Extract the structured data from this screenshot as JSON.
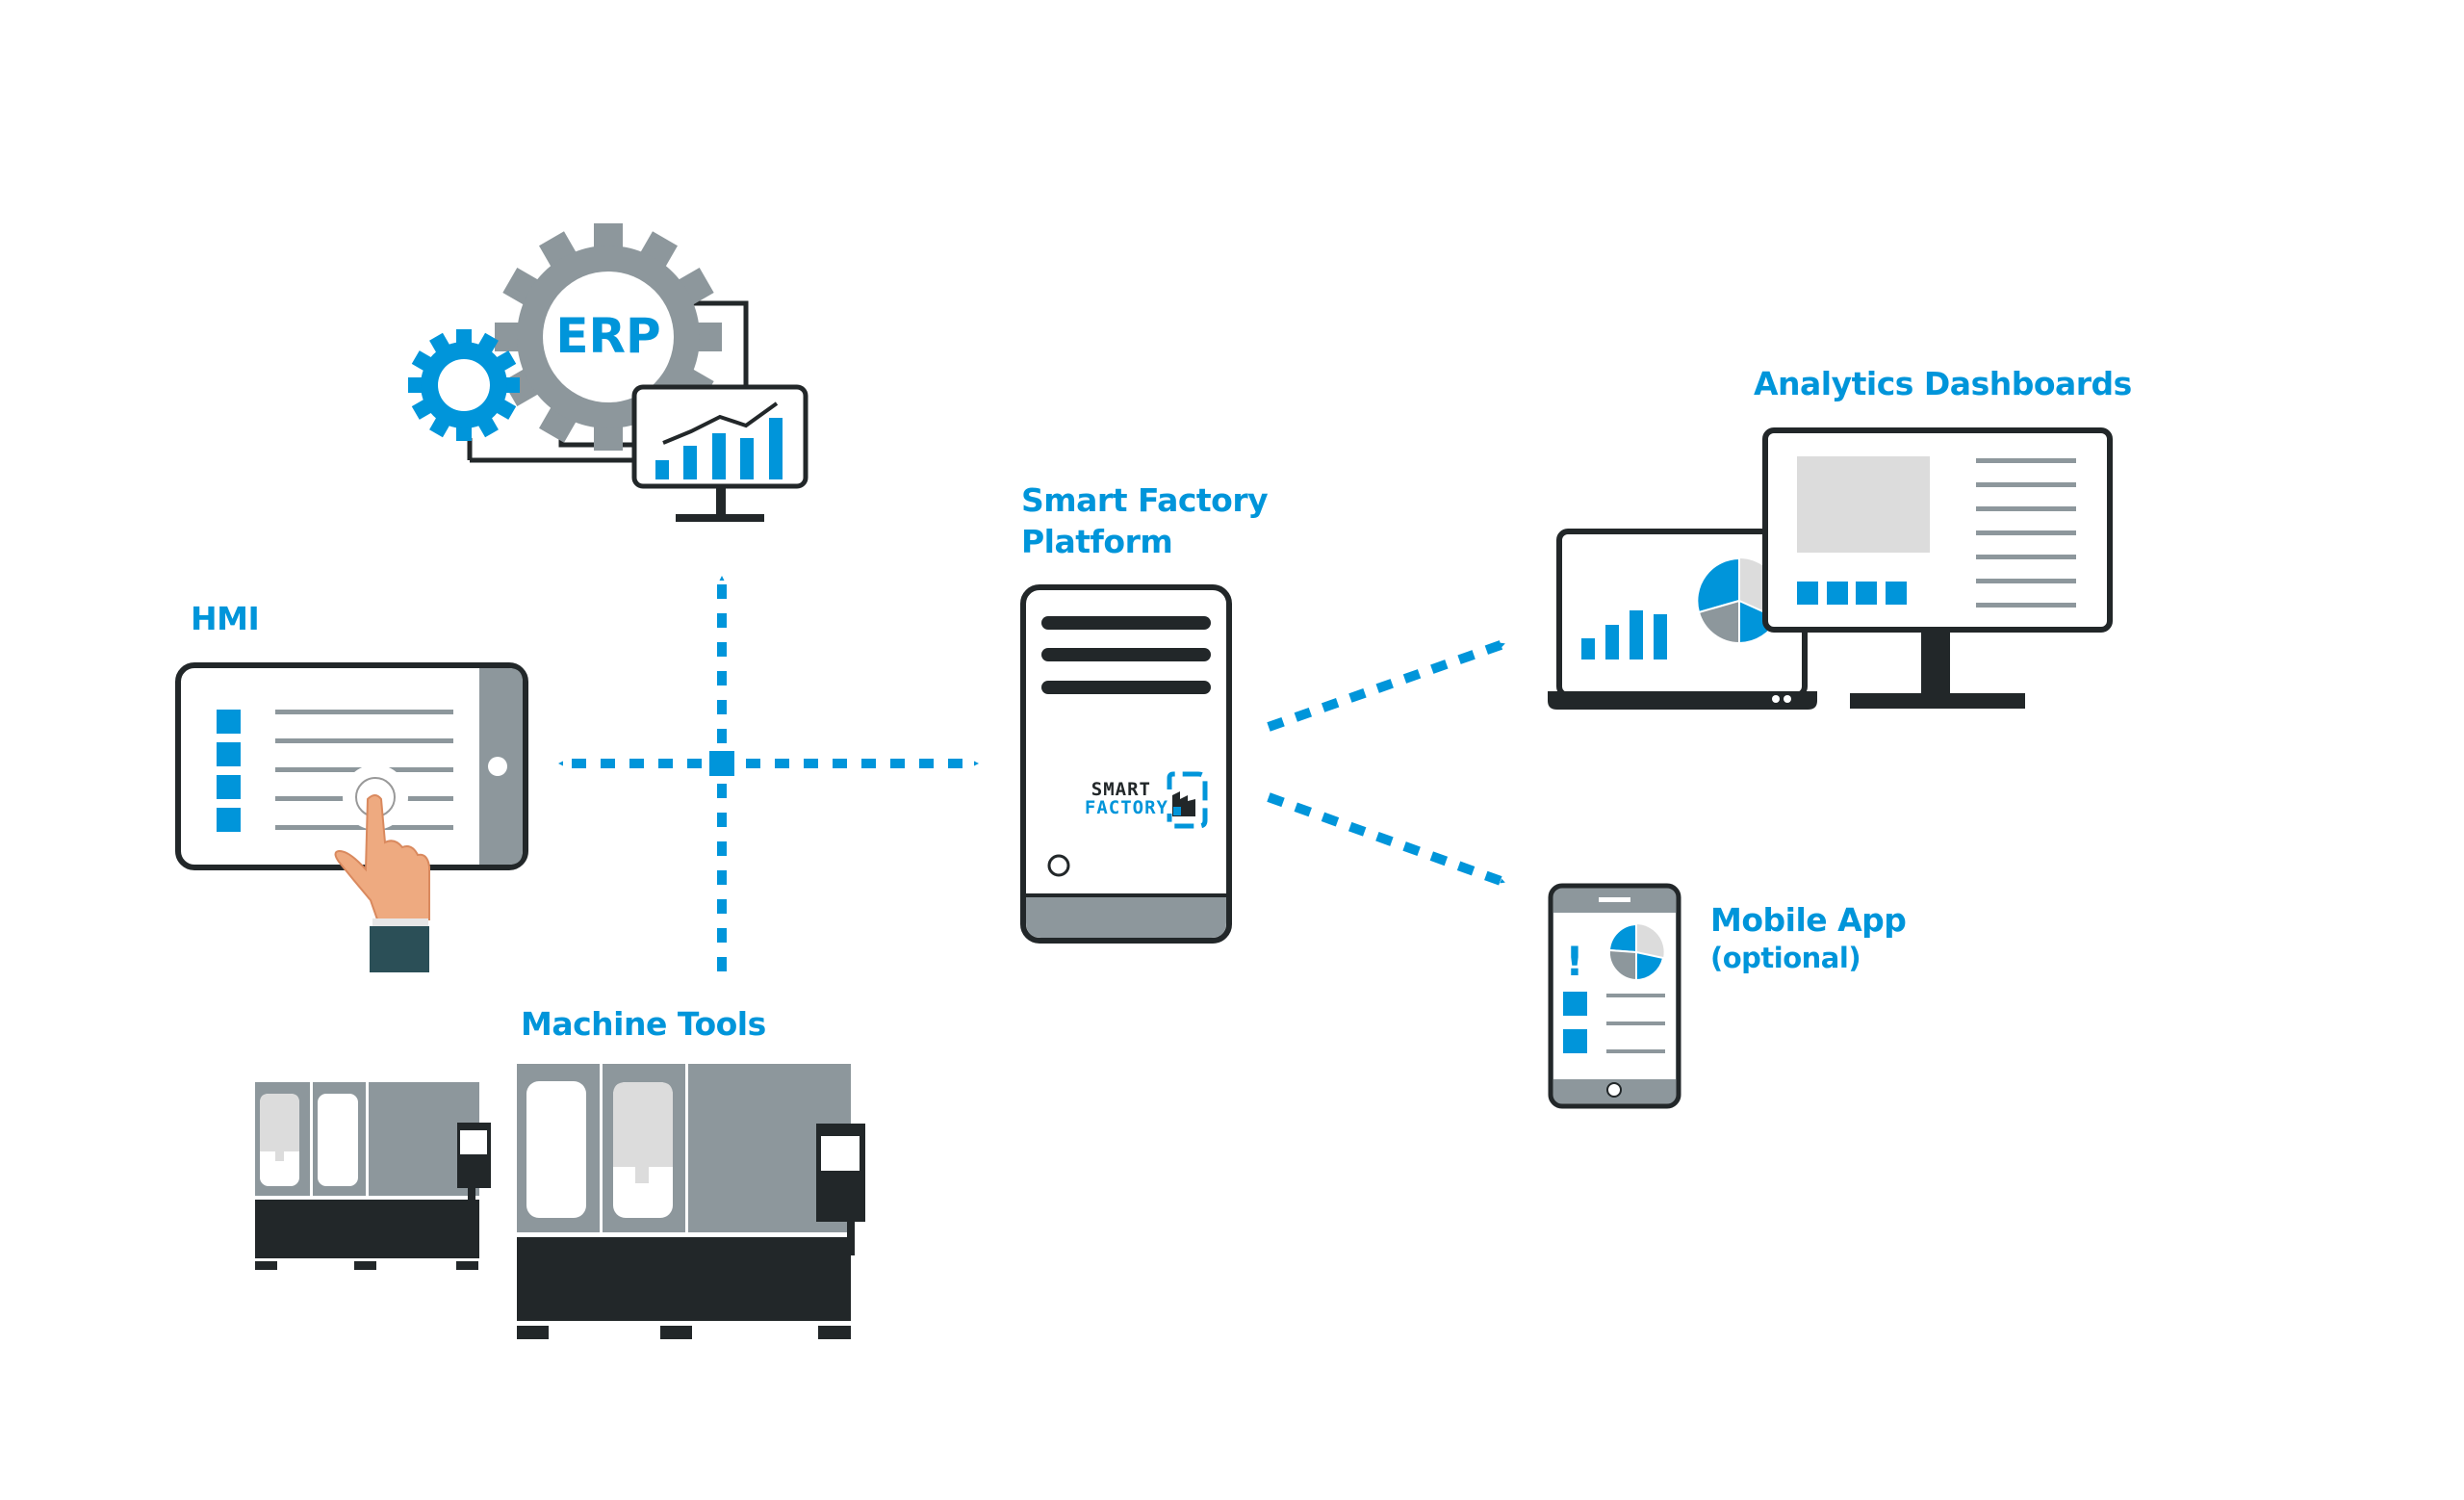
{
  "diagram": {
    "colors": {
      "accent_blue": "#0095da",
      "dark": "#222729",
      "mid_gray": "#8d979c",
      "light_gray": "#dcdcdc",
      "skin": "#eeaa80",
      "sleeve": "#2b4f57"
    },
    "nodes": {
      "erp": {
        "gear_text": "ERP",
        "icon": "erp-gears-monitor-icon"
      },
      "hmi": {
        "label": "HMI",
        "icon": "touch-tablet-icon"
      },
      "machine_tools": {
        "label": "Machine Tools",
        "icon": "cnc-machine-icon"
      },
      "platform": {
        "label_line1": "Smart Factory",
        "label_line2": "Platform",
        "icon": "server-tower-icon",
        "logo_top": "SMART",
        "logo_bottom": "FACTORY"
      },
      "analytics": {
        "label": "Analytics Dashboards",
        "icon": "laptop-and-monitor-icon"
      },
      "mobile": {
        "label": "Mobile App",
        "sublabel": "(optional)",
        "icon": "smartphone-icon",
        "alert_glyph": "!"
      }
    },
    "connections": [
      {
        "from": "junction",
        "to": "erp",
        "style": "dashed-arrow"
      },
      {
        "from": "junction",
        "to": "hmi",
        "style": "dashed-arrow"
      },
      {
        "from": "junction",
        "to": "platform",
        "style": "dashed-arrow"
      },
      {
        "from": "machine_tools",
        "to": "junction",
        "style": "dashed-line"
      },
      {
        "from": "platform",
        "to": "analytics",
        "style": "dashed-arrow"
      },
      {
        "from": "platform",
        "to": "mobile",
        "style": "dashed-arrow"
      }
    ]
  }
}
